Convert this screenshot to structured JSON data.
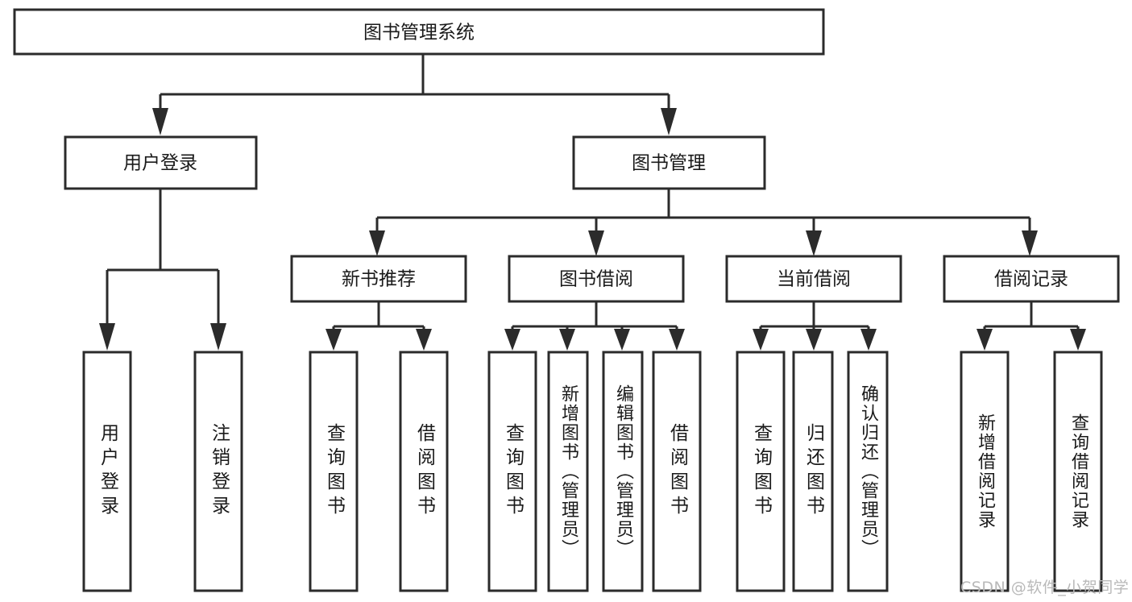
{
  "diagram": {
    "type": "tree",
    "title": "图书管理系统",
    "orientation": "top-down",
    "colors": {
      "box_fill": "#ffffff",
      "box_stroke": "#2b2b2b",
      "text": "#1a1a1a",
      "background": "#ffffff",
      "watermark": "#b9b9b9"
    },
    "root": {
      "label": "图书管理系统"
    },
    "level2": [
      {
        "label": "用户登录"
      },
      {
        "label": "图书管理"
      }
    ],
    "level3": [
      {
        "label": "新书推荐"
      },
      {
        "label": "图书借阅"
      },
      {
        "label": "当前借阅"
      },
      {
        "label": "借阅记录"
      }
    ],
    "leaves": {
      "user_login": [
        {
          "label": "用户登录"
        },
        {
          "label": "注销登录"
        }
      ],
      "new_book_recommend": [
        {
          "label": "查询图书"
        },
        {
          "label": "借阅图书"
        }
      ],
      "book_borrow": [
        {
          "label": "查询图书"
        },
        {
          "label": "新增图书（管理员）"
        },
        {
          "label": "编辑图书（管理员）"
        },
        {
          "label": "借阅图书"
        }
      ],
      "current_borrow": [
        {
          "label": "查询图书"
        },
        {
          "label": "归还图书"
        },
        {
          "label": "确认归还（管理员）"
        }
      ],
      "borrow_record": [
        {
          "label": "新增借阅记录"
        },
        {
          "label": "查询借阅记录"
        }
      ]
    },
    "watermark": "CSDN @软件_小贺同学"
  }
}
